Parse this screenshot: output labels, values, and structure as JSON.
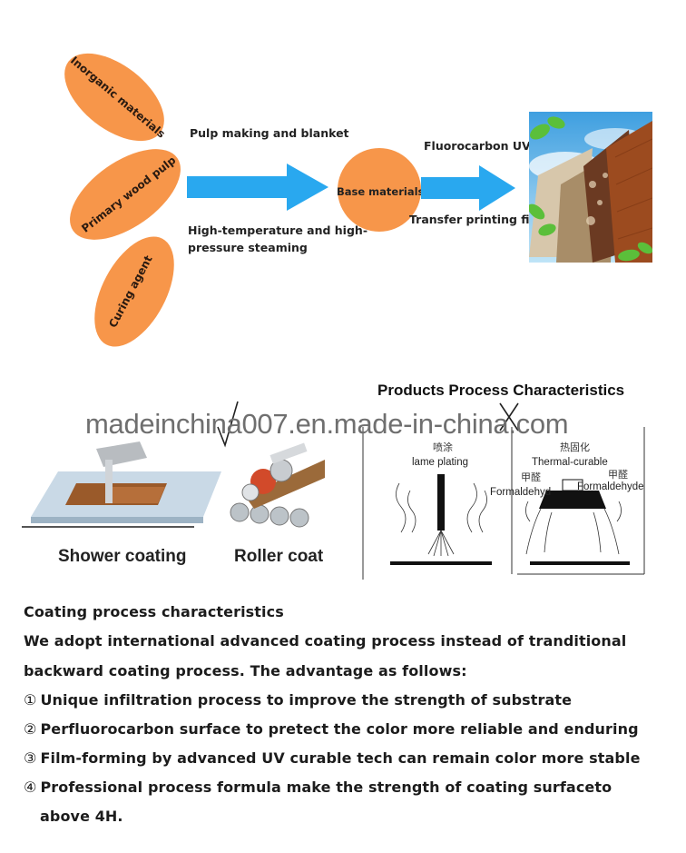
{
  "flow": {
    "inputs": [
      "Inorganic materials",
      "Primary wood pulp",
      "Curing agent"
    ],
    "step1_top": "Pulp making and blanket",
    "step1_bottom_line1": "High-temperature and high-",
    "step1_bottom_line2": "pressure steaming",
    "base": "Base materials",
    "step2_top": "Fluorocarbon UV",
    "step2_bottom": "Transfer printing film",
    "colors": {
      "petal": "#f7964a",
      "arrow": "#29a8ef"
    }
  },
  "watermark": "madeinchina007.en.made-in-china.com",
  "methods": {
    "shower": "Shower coating",
    "roller": "Roller coat"
  },
  "process": {
    "title": "Products Process Characteristics",
    "left_cn": "喷涂",
    "left_en": "lame plating",
    "right_cn": "热固化",
    "right_en": "Thermal-curable",
    "formal_cn": "甲醛",
    "formal_left": "Formaldehyd",
    "formal_right": "Formaldehyde"
  },
  "coating": {
    "heading": "Coating process characteristics",
    "intro1": "We adopt international advanced coating process instead of  tranditional",
    "intro2": "backward coating process. The advantage as follows:",
    "items": [
      {
        "num": "①",
        "text": "Unique infiltration process to improve the strength of substrate"
      },
      {
        "num": "②",
        "text": "Perfluorocarbon surface to pretect the color more reliable and enduring"
      },
      {
        "num": "③",
        "text": "Film-forming by advanced UV curable tech can remain color more stable"
      },
      {
        "num": "④",
        "text": "Professional process formula make the strength of coating surfaceto"
      }
    ],
    "item4_cont": "above 4H."
  }
}
